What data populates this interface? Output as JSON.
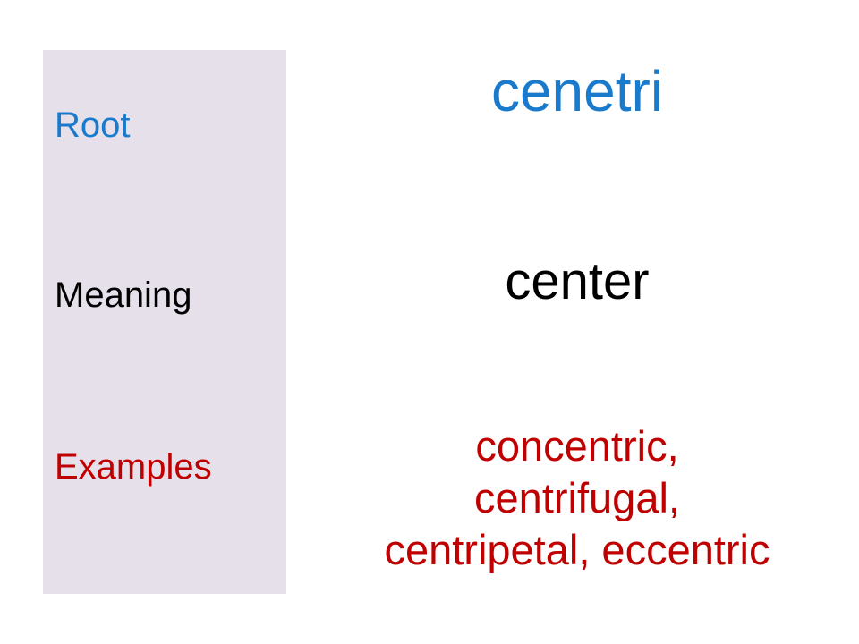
{
  "colors": {
    "root": "#1a7acb",
    "meaning": "#000000",
    "examples": "#c00000",
    "panel": "#e6e0eb"
  },
  "labels": {
    "root": "Root",
    "meaning": "Meaning",
    "examples": "Examples"
  },
  "values": {
    "root": "cenetri",
    "meaning": "center",
    "examples": [
      "concentric,",
      "centrifugal,",
      "centripetal, eccentric"
    ]
  }
}
